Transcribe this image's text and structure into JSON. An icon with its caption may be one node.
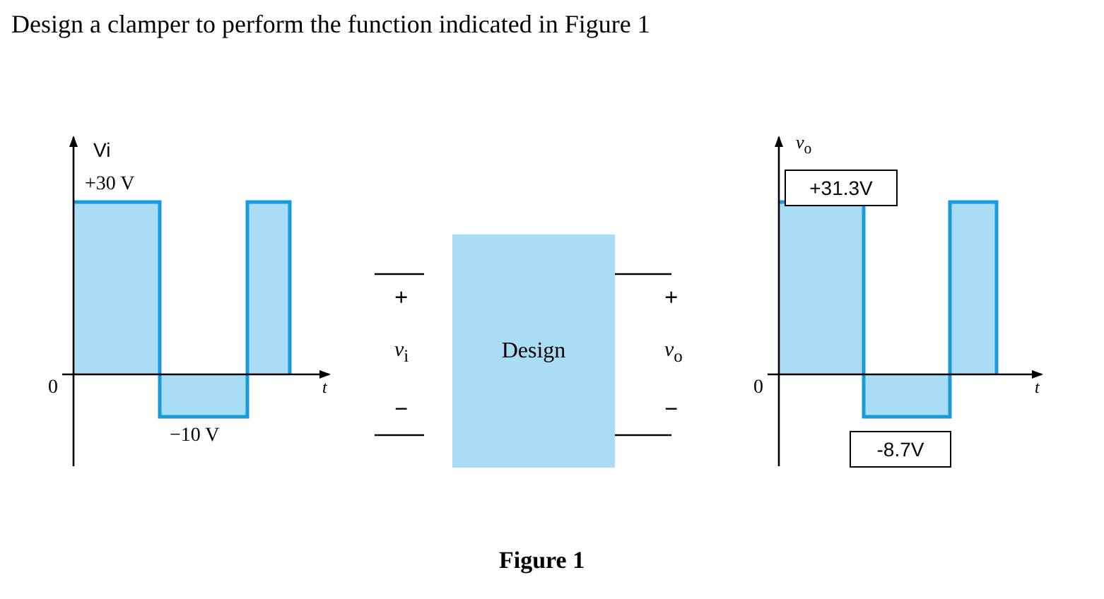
{
  "diagram": {
    "title": "Design a clamper to perform the function indicated in Figure 1",
    "caption": "Figure 1",
    "nodes": [
      {
        "text": [
          "Design"
        ]
      },
      {
        "text": [
          "+31.3V"
        ]
      },
      {
        "text": [
          "-8.7V"
        ]
      }
    ],
    "labels": [
      "Vi",
      "+30 V",
      "0",
      "t",
      "−10 V",
      "+",
      "*v*$_{i}$",
      "−",
      "+",
      "*v*$_{o}$",
      "−",
      "*v*$_{o}$",
      "0",
      "t"
    ]
  }
}
